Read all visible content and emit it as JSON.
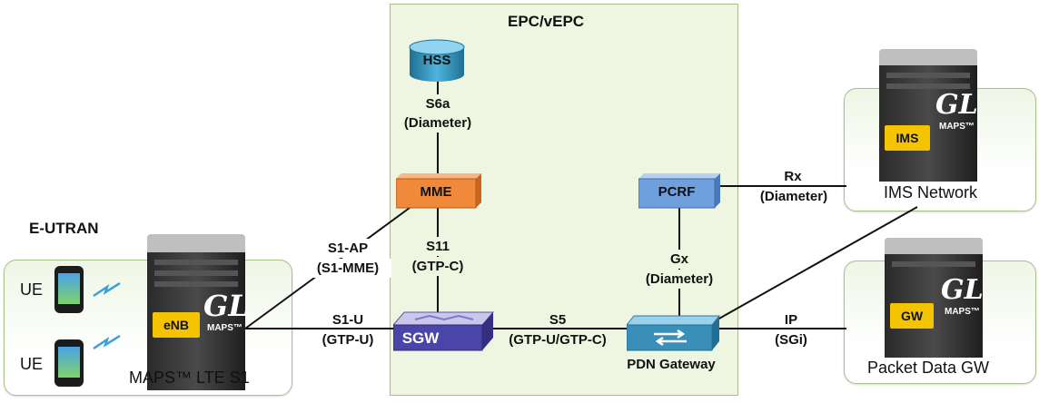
{
  "epc": {
    "title": "EPC/vEPC"
  },
  "eutran": {
    "title": "E-UTRAN",
    "ue_top": "UE",
    "ue_bottom": "UE",
    "caption": "MAPS™ LTE S1",
    "enb": "eNB"
  },
  "nodes": {
    "hss": "HSS",
    "mme": "MME",
    "pcrf": "PCRF",
    "sgw": "SGW",
    "pdn": "PDN Gateway"
  },
  "interfaces": {
    "s6a": {
      "name": "S6a",
      "protocol": "(Diameter)"
    },
    "s11": {
      "name": "S11",
      "protocol": "(GTP-C)"
    },
    "s1ap": {
      "name": "S1-AP",
      "protocol": "(S1-MME)"
    },
    "s1u": {
      "name": "S1-U",
      "protocol": "(GTP-U)"
    },
    "s5": {
      "name": "S5",
      "protocol": "(GTP-U/GTP-C)"
    },
    "gx": {
      "name": "Gx",
      "protocol": "(Diameter)"
    },
    "rx": {
      "name": "Rx",
      "protocol": "(Diameter)"
    },
    "ip": {
      "name": "IP",
      "protocol": "(SGi)"
    }
  },
  "ims": {
    "caption": "IMS Network",
    "chip": "IMS"
  },
  "pdgw": {
    "caption": "Packet Data GW",
    "chip": "GW"
  },
  "brand": {
    "logo": "GL",
    "sub": "MAPS™"
  },
  "colors": {
    "epc_bg": "#eef6e1",
    "mme": "#f08a3a",
    "pcrf": "#6f9fdc",
    "hss": "#2f8fb8",
    "chip": "#f5c400",
    "sgw": "#4a45a8",
    "pdn": "#3a8fb8"
  }
}
